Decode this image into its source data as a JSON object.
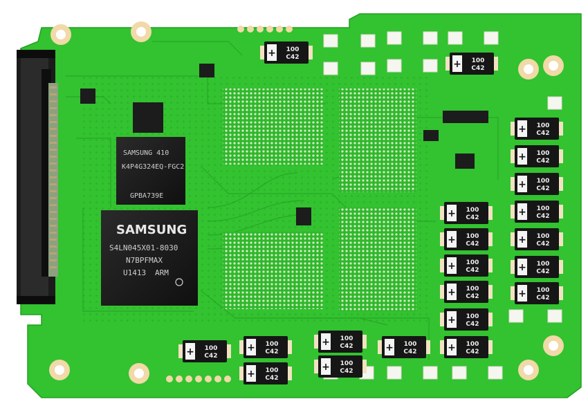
{
  "board": {
    "pcb_color": "#34c431",
    "pcb_dark": "#23a323",
    "pad_color": "#f1d9a8",
    "pad_light": "#f6f6f0"
  },
  "dram": {
    "line1": "SAMSUNG   410",
    "line2": "K4P4G324EQ-FGC2",
    "line3": "GPBA739E"
  },
  "controller": {
    "brand": "SAMSUNG",
    "line1": "S4LN045X01-8030",
    "line2": "N7BPFMAX",
    "line3_left": "U1413",
    "line3_right": "ARM"
  },
  "cap_label": {
    "value": "100",
    "code": "C42"
  }
}
